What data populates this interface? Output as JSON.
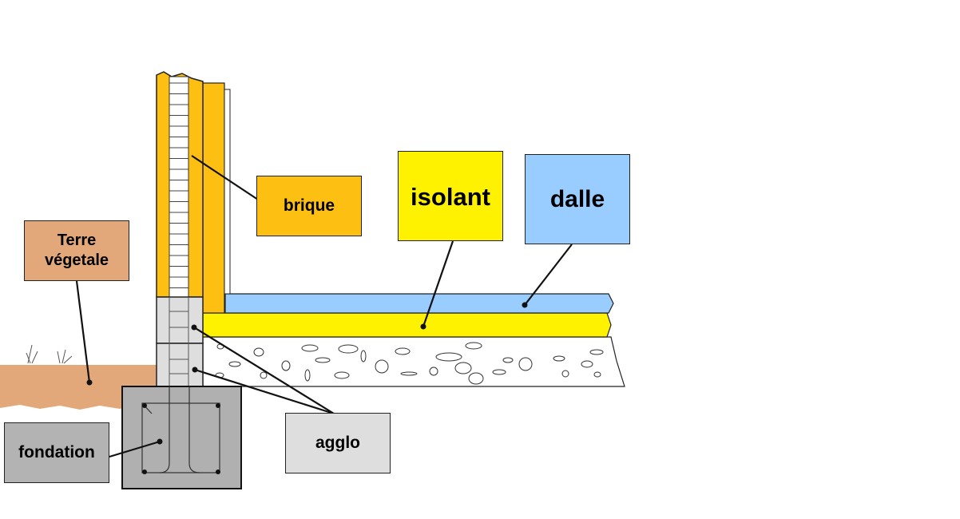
{
  "labels": {
    "brique": "brique",
    "isolant": "isolant",
    "dalle": "dalle",
    "terre_vegetale": "Terre\nvégetale",
    "fondation": "fondation",
    "agglo": "agglo"
  },
  "colors": {
    "brique": "#fdc012",
    "isolant": "#fff200",
    "dalle": "#99ccff",
    "terre_vegetale": "#e3a87a",
    "fondation": "#b3b3b3",
    "agglo": "#dedede",
    "foundation_block": "#b0b0b0",
    "ground": "#e3a87a"
  }
}
